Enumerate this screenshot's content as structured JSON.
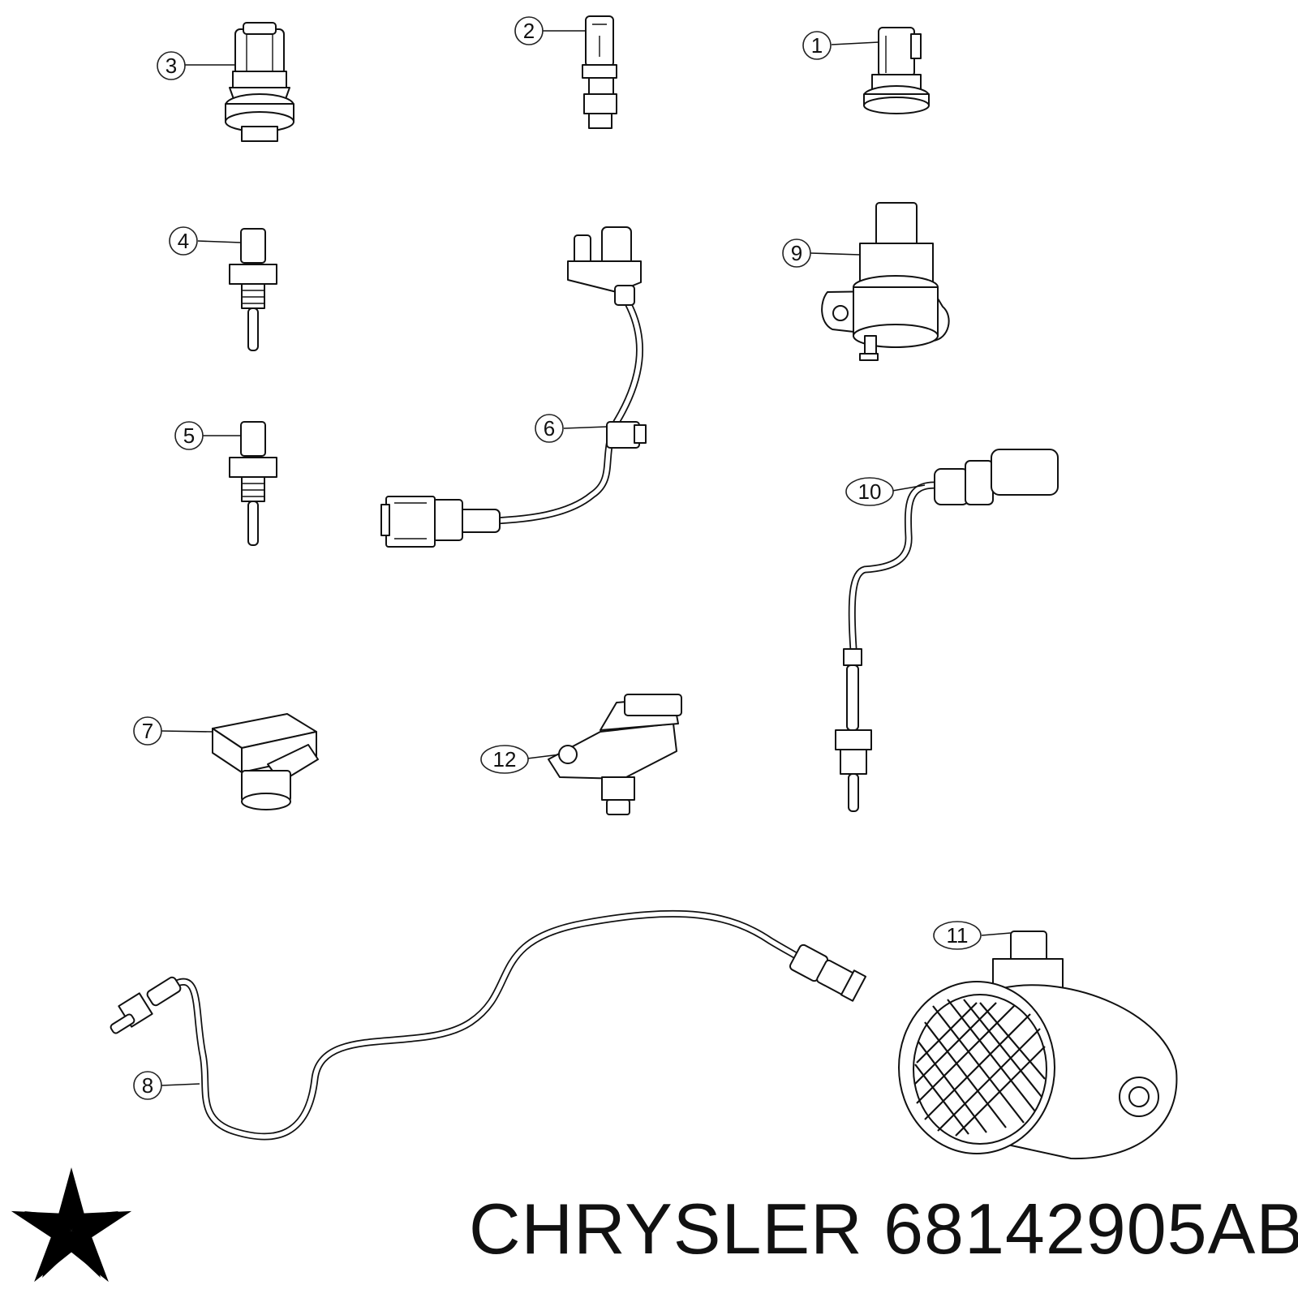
{
  "callouts": [
    "1",
    "2",
    "3",
    "4",
    "5",
    "6",
    "7",
    "8",
    "9",
    "10",
    "11",
    "12"
  ],
  "caption": {
    "brand": "CHRYSLER",
    "part_number": "68142905AB"
  },
  "logo": {
    "name": "chrysler-pentastar-logo",
    "color": "#000000"
  },
  "colors": {
    "line": "#111111",
    "background": "#ffffff"
  }
}
